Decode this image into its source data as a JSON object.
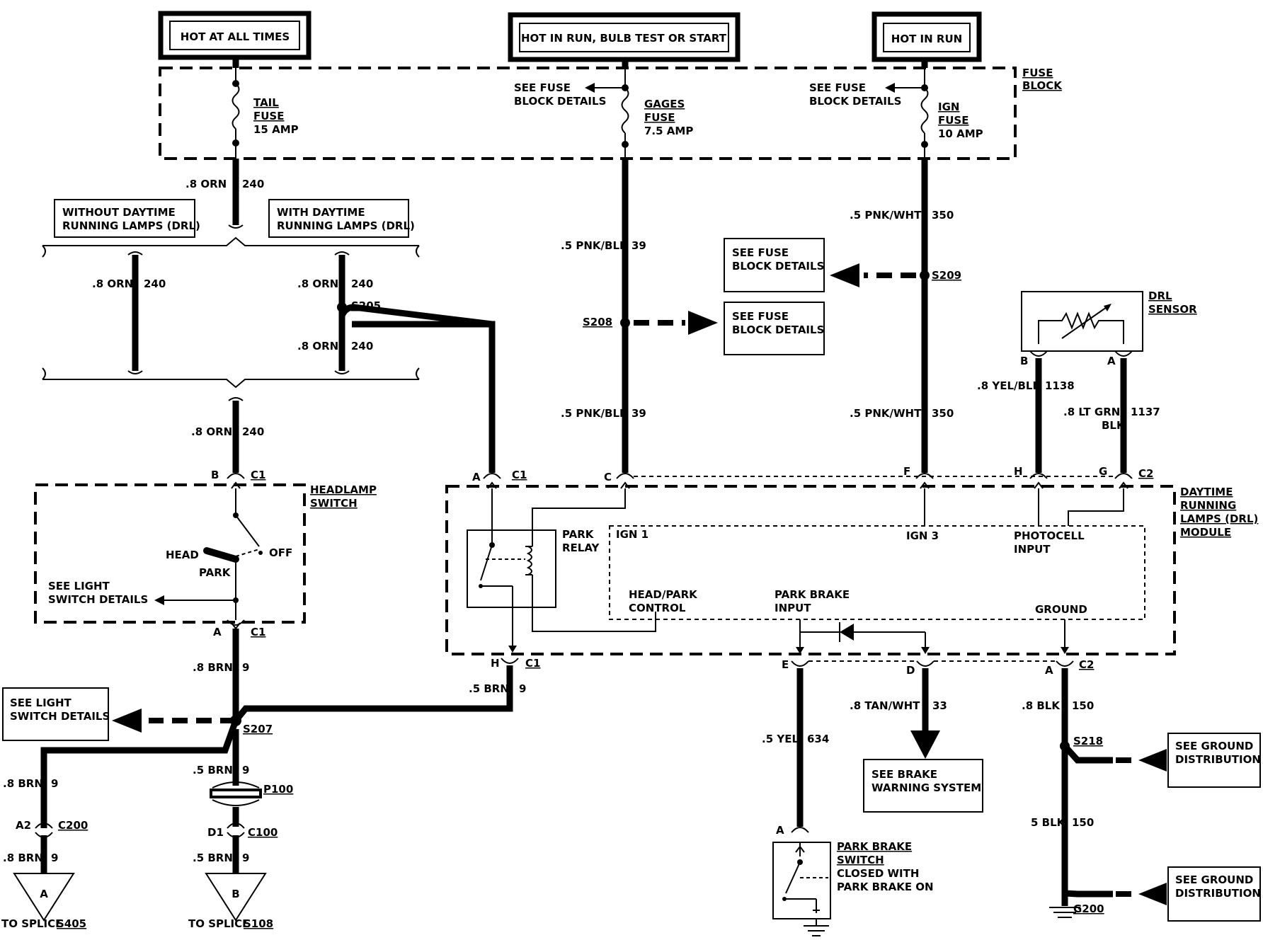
{
  "power": {
    "hot_at_all_times": "HOT AT ALL TIMES",
    "hot_in_run_bulb": "HOT IN RUN, BULB TEST OR START",
    "hot_in_run": "HOT IN RUN"
  },
  "fuse_block": {
    "label_1": "FUSE",
    "label_2": "BLOCK",
    "tail_1": "TAIL",
    "tail_2": "FUSE",
    "tail_3": "15 AMP",
    "gages_1": "GAGES",
    "gages_2": "FUSE",
    "gages_3": "7.5 AMP",
    "ign_1": "IGN",
    "ign_2": "FUSE",
    "ign_3": "10 AMP",
    "see_1": "SEE FUSE",
    "see_2": "BLOCK DETAILS"
  },
  "option": {
    "without_1": "WITHOUT DAYTIME",
    "without_2": "RUNNING LAMPS (DRL)",
    "with_1": "WITH DAYTIME",
    "with_2": "RUNNING LAMPS (DRL)"
  },
  "wires": {
    "orn_08": ".8 ORN",
    "c240": "240",
    "pnkblk_05": ".5 PNK/BLK",
    "c39": "39",
    "pnkwht_05": ".5 PNK/WHT",
    "c350": "350",
    "yelblk_08": ".8 YEL/BLK",
    "c1138": "1138",
    "ltgrn_08_1": ".8 LT GRN/",
    "ltgrn_08_2": "BLK",
    "c1137": "1137",
    "brn_08": ".8 BRN",
    "brn_05": ".5 BRN",
    "c9": "9",
    "tanwht_08": ".8 TAN/WHT",
    "c33": "33",
    "yel_05": ".5 YEL",
    "c634": "634",
    "blk_08": ".8 BLK",
    "blk_5": "5 BLK",
    "c150": "150"
  },
  "splices": {
    "s205": "S205",
    "s208": "S208",
    "s209": "S209",
    "s207": "S207",
    "s218": "S218",
    "g200": "G200",
    "p100": "P100",
    "c200": "C200",
    "c100": "C100"
  },
  "connectors": {
    "c1": "C1",
    "c2": "C2",
    "a": "A",
    "b": "B",
    "c": "C",
    "d": "D",
    "e": "E",
    "f": "F",
    "g": "G",
    "h": "H",
    "a2": "A2",
    "d1": "D1"
  },
  "boxes": {
    "see_fuse_1": "SEE FUSE",
    "see_fuse_2": "BLOCK DETAILS",
    "see_light_1": "SEE LIGHT",
    "see_light_2": "SWITCH DETAILS",
    "see_brake_1": "SEE BRAKE",
    "see_brake_2": "WARNING SYSTEM",
    "see_ground_1": "SEE GROUND",
    "see_ground_2": "DISTRIBUTION"
  },
  "headlamp": {
    "title_1": "HEADLAMP",
    "title_2": "SWITCH",
    "head": "HEAD",
    "off": "OFF",
    "park": "PARK"
  },
  "drl": {
    "sensor_1": "DRL",
    "sensor_2": "SENSOR",
    "module_1": "DAYTIME",
    "module_2": "RUNNING",
    "module_3": "LAMPS (DRL)",
    "module_4": "MODULE",
    "park_relay_1": "PARK",
    "park_relay_2": "RELAY",
    "ign1": "IGN 1",
    "ign3": "IGN 3",
    "photocell_1": "PHOTOCELL",
    "photocell_2": "INPUT",
    "headpark_1": "HEAD/PARK",
    "headpark_2": "CONTROL",
    "parkbrake_1": "PARK BRAKE",
    "parkbrake_2": "INPUT",
    "ground": "GROUND"
  },
  "park_brake_switch": {
    "l1": "PARK BRAKE",
    "l2": "SWITCH",
    "l3": "CLOSED WITH",
    "l4": "PARK BRAKE ON"
  },
  "splice_refs": {
    "a": "A",
    "b": "B",
    "to_splice": "TO SPLICE",
    "s405": "S405",
    "s108": "S108"
  }
}
